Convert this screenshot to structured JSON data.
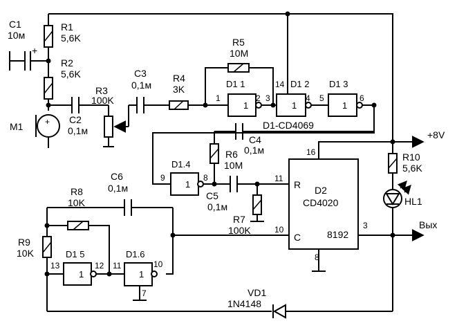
{
  "components": {
    "c1": {
      "name": "C1",
      "value": "10м",
      "polarity": "+"
    },
    "r1": {
      "name": "R1",
      "value": "5,6K"
    },
    "r2": {
      "name": "R2",
      "value": "5,6K"
    },
    "m1": {
      "name": "M1",
      "polarity": "+"
    },
    "c2": {
      "name": "C2",
      "value": "0,1м"
    },
    "r3": {
      "name": "R3",
      "value": "100K"
    },
    "c3": {
      "name": "C3",
      "value": "0,1м"
    },
    "r4": {
      "name": "R4",
      "value": "3K"
    },
    "r5": {
      "name": "R5",
      "value": "10M"
    },
    "d1_1": {
      "name": "D1 1",
      "pin_in": "1",
      "pin_out": "2"
    },
    "d1_2": {
      "name": "D1 2",
      "pin_in": "3",
      "pin_out": "4",
      "pin_vcc": "14"
    },
    "d1_3": {
      "name": "D1 3",
      "pin_in": "5",
      "pin_out": "6"
    },
    "d1_note": "D1-CD4069",
    "c4": {
      "name": "C4",
      "value": "0,1м"
    },
    "r6": {
      "name": "R6",
      "value": "10M"
    },
    "d1_4": {
      "name": "D1.4",
      "pin_in": "9",
      "pin_out": "8"
    },
    "c5": {
      "name": "C5",
      "value": "0,1м"
    },
    "r7": {
      "name": "R7",
      "value": "100K"
    },
    "d2": {
      "name": "D2",
      "part": "CD4020",
      "pin_r": "11",
      "pin_r_label": "R",
      "pin_c": "10",
      "pin_c_label": "C",
      "pin_16": "16",
      "pin_8": "8",
      "pin_3": "3",
      "output_label": "8192"
    },
    "r10": {
      "name": "R10",
      "value": "5,6K"
    },
    "hl1": {
      "name": "HL1"
    },
    "c6": {
      "name": "C6",
      "value": "0,1м"
    },
    "r8": {
      "name": "R8",
      "value": "10K"
    },
    "r9": {
      "name": "R9",
      "value": "10K"
    },
    "d1_5": {
      "name": "D1 5",
      "pin_in": "13",
      "pin_out": "12"
    },
    "d1_6": {
      "name": "D1.6",
      "pin_in": "11",
      "pin_out": "10",
      "pin_gnd": "7"
    },
    "vd1": {
      "name": "VD1",
      "part": "1N4148"
    }
  },
  "power": {
    "label": "+8V"
  },
  "output": {
    "label": "Вых"
  }
}
